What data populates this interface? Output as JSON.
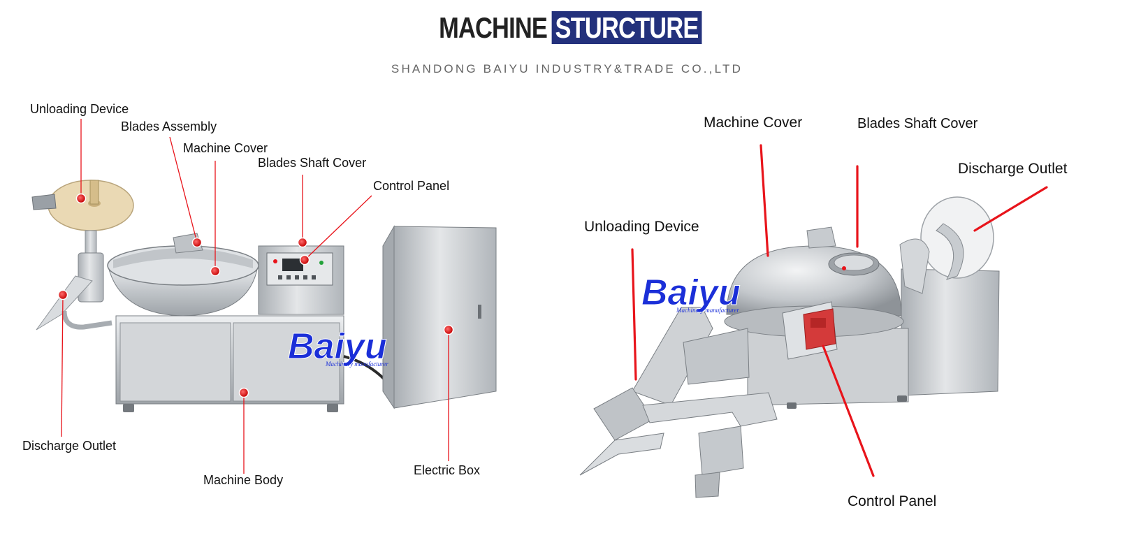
{
  "header": {
    "title_part1": "MACHINE",
    "title_part2": "STURCTURE",
    "subtitle": "SHANDONG BAIYU INDUSTRY&TRADE CO.,LTD"
  },
  "logo": {
    "brand": "Baiyu",
    "tagline": "Machinery manufacturer"
  },
  "left_diagram": {
    "labels": {
      "unloading_device": "Unloading Device",
      "blades_assembly": "Blades Assembly",
      "machine_cover": "Machine Cover",
      "blades_shaft_cover": "Blades Shaft Cover",
      "control_panel": "Control Panel",
      "discharge_outlet": "Discharge Outlet",
      "machine_body": "Machine Body",
      "electric_box": "Electric Box"
    }
  },
  "right_diagram": {
    "labels": {
      "machine_cover": "Machine Cover",
      "blades_shaft_cover": "Blades Shaft Cover",
      "discharge_outlet": "Discharge Outlet",
      "unloading_device": "Unloading Device",
      "control_panel": "Control Panel"
    }
  },
  "colors": {
    "accent_red": "#e8141b",
    "title_bg": "#23317c",
    "logo_blue": "#1b2fd8",
    "steel": "#c9cccf"
  }
}
